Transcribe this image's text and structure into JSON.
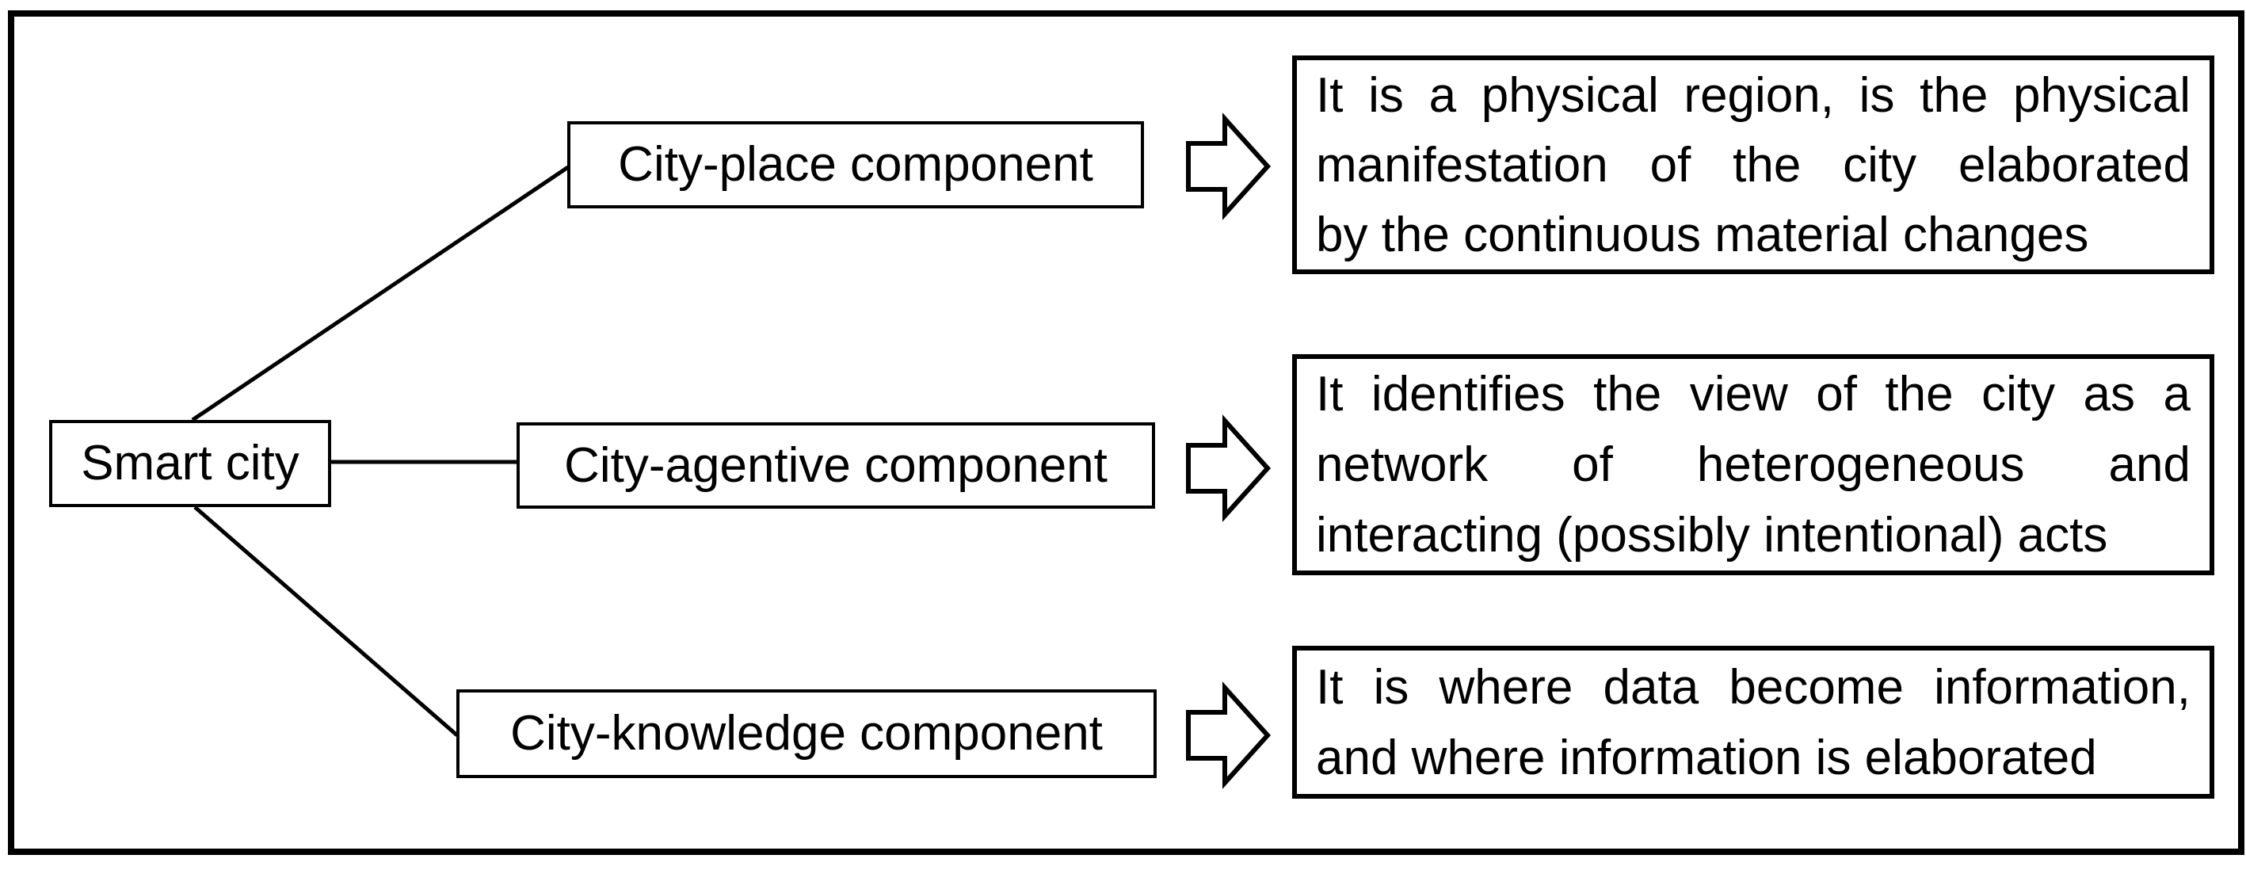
{
  "diagram": {
    "background_color": "#ffffff",
    "line_color": "#000000",
    "root": {
      "label": "Smart city"
    },
    "branches": [
      {
        "label": "City-place component",
        "description_lines": [
          "It is a physical region, is the physical",
          "manifestation of the city elaborated",
          "by the continuous material changes"
        ]
      },
      {
        "label": "City-agentive component",
        "description_lines": [
          "It identifies the view of the city as a",
          "network of heterogeneous and",
          "interacting (possibly intentional) acts"
        ]
      },
      {
        "label": "City-knowledge component",
        "description_lines": [
          "It is where data become information,",
          "and where information is elaborated"
        ]
      }
    ]
  }
}
